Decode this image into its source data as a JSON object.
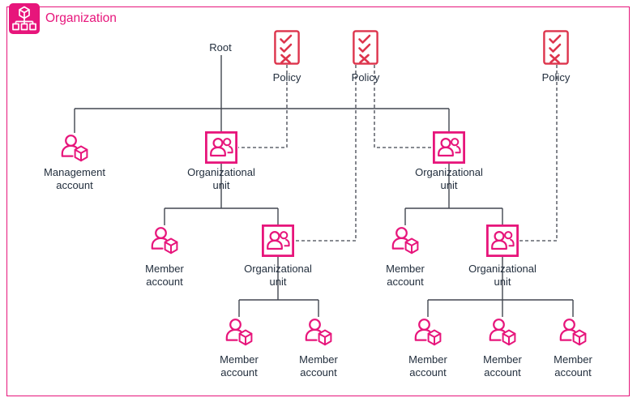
{
  "title": "Organization",
  "colors": {
    "pink": "#e7157b",
    "red": "#dd344c",
    "text": "#232f3e",
    "line": "#424650",
    "background": "#ffffff"
  },
  "icons": {
    "header": "organization-service-icon",
    "policy": "policy-checklist-icon",
    "account": "user-with-cube-icon",
    "organizational_unit": "users-in-box-icon"
  },
  "nodes": {
    "root": {
      "label": "Root"
    },
    "policy_1": {
      "label": "Policy"
    },
    "policy_2": {
      "label": "Policy"
    },
    "policy_3": {
      "label": "Policy"
    },
    "management_account": {
      "label": "Management account"
    },
    "ou_left": {
      "label": "Organizational unit"
    },
    "ou_right": {
      "label": "Organizational unit"
    },
    "member_l2_left": {
      "label": "Member account"
    },
    "ou_left_child": {
      "label": "Organizational unit"
    },
    "member_l2_right": {
      "label": "Member account"
    },
    "ou_right_child": {
      "label": "Organizational unit"
    },
    "member_l3_1": {
      "label": "Member account"
    },
    "member_l3_2": {
      "label": "Member account"
    },
    "member_l3_3": {
      "label": "Member account"
    },
    "member_l3_4": {
      "label": "Member account"
    },
    "member_l3_5": {
      "label": "Member account"
    }
  }
}
